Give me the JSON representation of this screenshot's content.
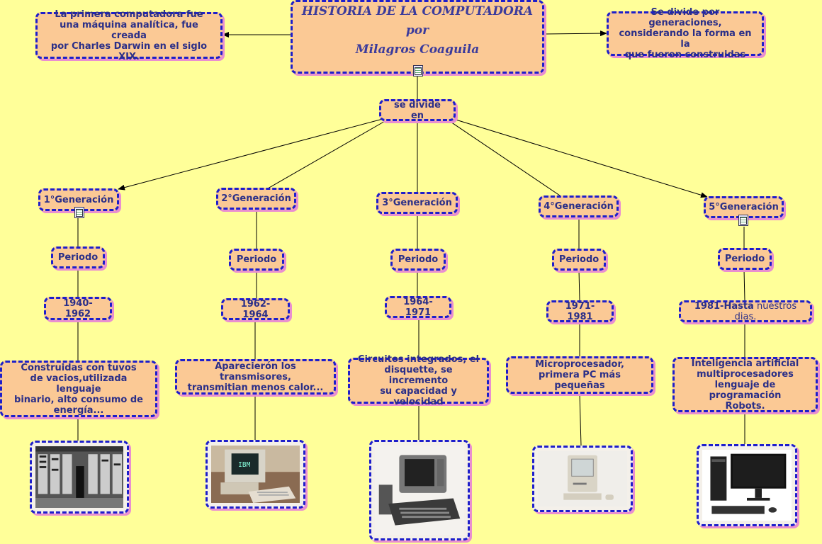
{
  "title": {
    "line1": "HISTORIA DE LA COMPUTADORA",
    "line2": "por",
    "line3": "Milagros Coaguila"
  },
  "left_note": {
    "line1": "La primera computadora fue",
    "line2": "una máquina analítica, fue creada",
    "line3": "por Charles Darwin en el siglo XIX."
  },
  "right_note": {
    "line1": "Se divide por generaciones,",
    "line2": "considerando la forma en la",
    "line3": "que fueron construidas"
  },
  "divide_label": "se divide en",
  "generations": [
    {
      "label": "1°Generación",
      "period_label": "Periodo",
      "years": "1940-1962",
      "desc": [
        "Construidas con tuvos",
        "de vacios,utilizada lenguaje",
        "binario, alto consumo de",
        "energía..."
      ],
      "image": "eniac-vacuum-tube-computer-photo"
    },
    {
      "label": "2°Generación",
      "period_label": "Periodo",
      "years": "1962-1964",
      "desc": [
        "Aparecierón los transmisores,",
        "transmitian menos calor..."
      ],
      "image": "ibm-terminal-photo"
    },
    {
      "label": "3°Generación",
      "period_label": "Periodo",
      "years": "1964-1971",
      "desc": [
        "Circuitos integrados, el",
        "disquette, se incremento",
        "su capacidad y velocidad"
      ],
      "image": "trs80-computer-photo"
    },
    {
      "label": "4°Generación",
      "period_label": "Periodo",
      "years": "1971-1981",
      "desc": [
        "Microprocesador,",
        "primera PC más pequeñas"
      ],
      "image": "macintosh-computer-photo"
    },
    {
      "label": "5°Generación",
      "period_label": "Periodo",
      "years_bold": "1981-Hasta",
      "years_rest": " nuestros dias.",
      "desc": [
        "Inteligencia artificial",
        "multiprocesadores",
        "lenguaje de programación",
        "Robots."
      ],
      "image": "modern-desktop-pc-photo"
    }
  ]
}
